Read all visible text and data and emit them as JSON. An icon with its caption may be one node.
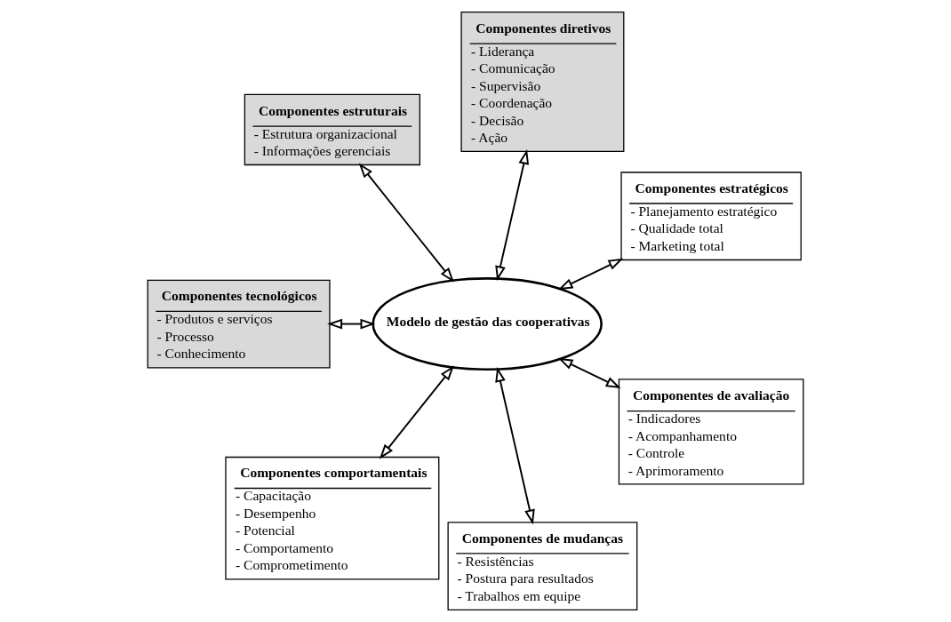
{
  "diagram": {
    "nodes": [
      {
        "text": [
          "Componentes estratégicos",
          "- Planejamento estratégico",
          "- Qualidade total",
          "- Marketing total"
        ]
      },
      {
        "text": [
          "Componentes diretivos",
          "- Liderança",
          "- Comunicação",
          "- Supervisão",
          "- Coordenação",
          "- Decisão",
          "- Ação"
        ]
      },
      {
        "text": [
          "Componentes estruturais",
          "- Estrutura organizacional",
          "- Informações gerenciais"
        ]
      },
      {
        "text": [
          "Componentes tecnológicos",
          "- Produtos e serviços",
          "- Processo",
          "- Conhecimento"
        ]
      },
      {
        "text": [
          "Modelo de gestão das cooperativas"
        ]
      },
      {
        "text": [
          "Componentes comportamentais",
          "- Capacitação",
          "- Desempenho",
          "- Potencial",
          "- Comportamento",
          "- Comprometimento"
        ]
      },
      {
        "text": [
          "Componentes de mudanças",
          "- Resistências",
          "- Postura para resultados",
          "- Trabalhos em equipe"
        ]
      },
      {
        "text": [
          "Componentes de avaliação",
          "- Indicadores",
          "- Acompanhamento",
          "- Controle",
          "- Aprimoramento"
        ]
      }
    ],
    "edges": [
      {
        "from": 4,
        "to": 0,
        "arrow": "both"
      },
      {
        "from": 4,
        "to": 1,
        "arrow": "both"
      },
      {
        "from": 4,
        "to": 2,
        "arrow": "both"
      },
      {
        "from": 4,
        "to": 3,
        "arrow": "both"
      },
      {
        "from": 4,
        "to": 5,
        "arrow": "both"
      },
      {
        "from": 4,
        "to": 6,
        "arrow": "both"
      },
      {
        "from": 4,
        "to": 7,
        "arrow": "both"
      }
    ]
  }
}
